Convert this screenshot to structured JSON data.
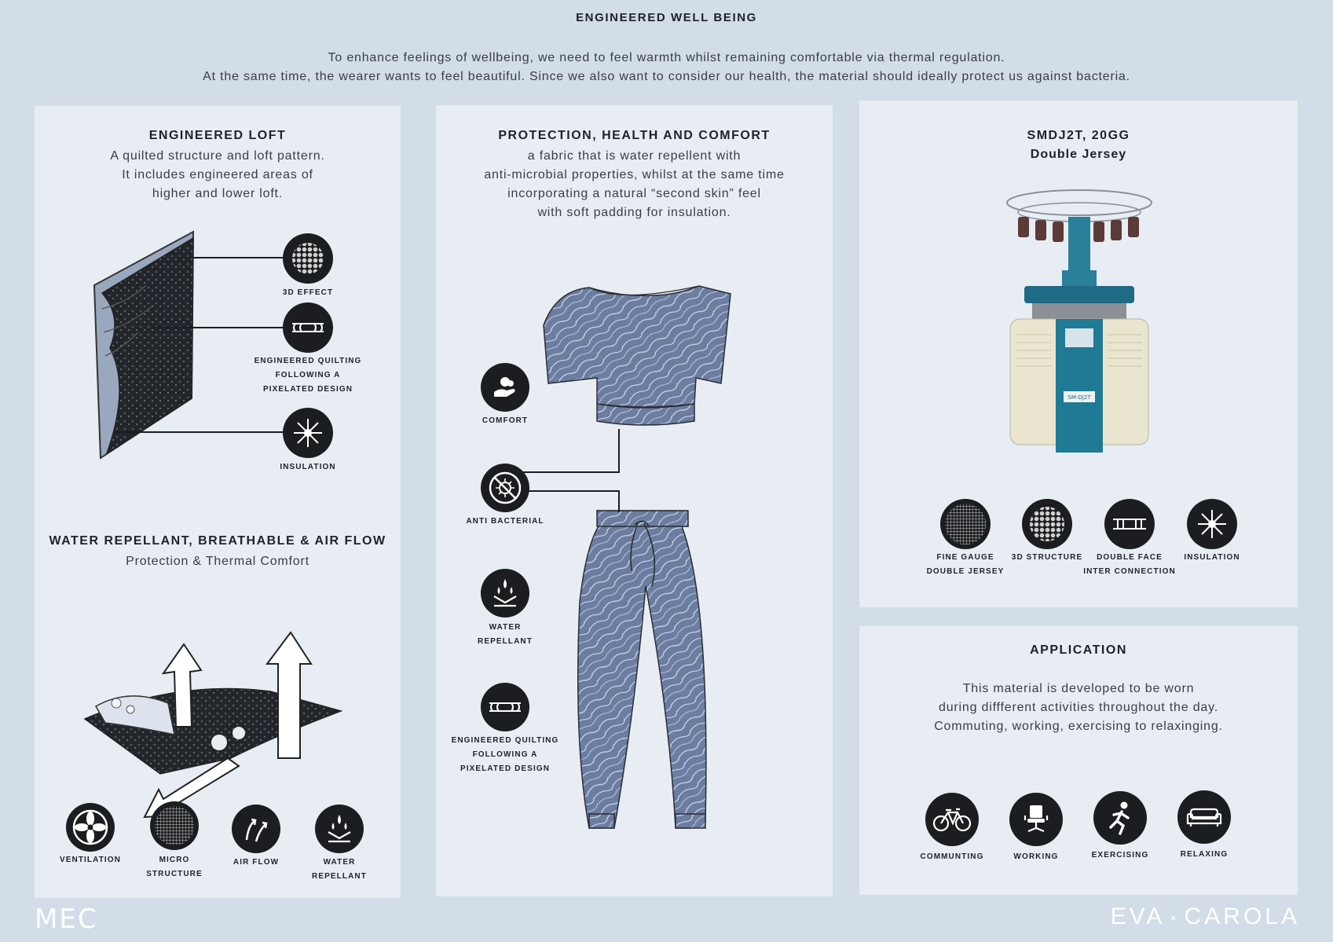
{
  "title": "ENGINEERED WELL BEING",
  "intro": {
    "line1": "To enhance feelings of wellbeing, we need to feel warmth whilst remaining comfortable via thermal regulation.",
    "line2": "At the same time, the wearer wants to feel beautiful. Since we also want to consider our health, the material should ideally protect us against bacteria."
  },
  "left": {
    "loft": {
      "heading": "ENGINEERED LOFT",
      "lines": [
        "A quilted structure and loft pattern.",
        "It includes engineered areas of",
        "higher and lower loft."
      ],
      "icons": [
        {
          "name": "3d-effect-icon",
          "label_lines": [
            "3D EFFECT"
          ]
        },
        {
          "name": "quilting-icon",
          "label_lines": [
            "ENGINEERED QUILTING",
            "FOLLOWING A",
            "PIXELATED DESIGN"
          ]
        },
        {
          "name": "insulation-icon",
          "label_lines": [
            "INSULATION"
          ]
        }
      ]
    },
    "water": {
      "heading": "WATER REPELLANT, BREATHABLE & AIR FLOW",
      "subtitle": "Protection & Thermal Comfort",
      "icons": [
        {
          "name": "ventilation-icon",
          "label_lines": [
            "VENTILATION"
          ]
        },
        {
          "name": "micro-structure-icon",
          "label_lines": [
            "MICRO",
            "STRUCTURE"
          ]
        },
        {
          "name": "air-flow-icon",
          "label_lines": [
            "AIR FLOW"
          ]
        },
        {
          "name": "water-repellant-icon",
          "label_lines": [
            "WATER",
            "REPELLANT"
          ]
        }
      ]
    }
  },
  "middle": {
    "heading": "PROTECTION, HEALTH AND COMFORT",
    "lines": [
      "a fabric that is water repellent with",
      "anti-microbial properties, whilst at the same time",
      "incorporating a natural “second skin” feel",
      "with soft padding for insulation."
    ],
    "icons": [
      {
        "name": "comfort-icon",
        "label_lines": [
          "COMFORT"
        ]
      },
      {
        "name": "anti-bacterial-icon",
        "label_lines": [
          "ANTI BACTERIAL"
        ]
      },
      {
        "name": "water-repellant-icon",
        "label_lines": [
          "WATER",
          "REPELLANT"
        ]
      },
      {
        "name": "quilting-icon",
        "label_lines": [
          "ENGINEERED QUILTING",
          "FOLLOWING A",
          "PIXELATED DESIGN"
        ]
      }
    ]
  },
  "right_top": {
    "heading": "SMDJ2T, 20GG",
    "subheading": "Double Jersey",
    "machine_badge": "SM-DJ2T",
    "icons": [
      {
        "name": "fine-gauge-icon",
        "label_lines": [
          "FINE GAUGE",
          "DOUBLE JERSEY"
        ]
      },
      {
        "name": "3d-structure-icon",
        "label_lines": [
          "3D STRUCTURE"
        ]
      },
      {
        "name": "double-face-icon",
        "label_lines": [
          "DOUBLE FACE",
          "INTER CONNECTION"
        ]
      },
      {
        "name": "insulation-icon",
        "label_lines": [
          "INSULATION"
        ]
      }
    ]
  },
  "right_bottom": {
    "heading": "APPLICATION",
    "lines": [
      "This material is developed to be worn",
      "during diffferent activities throughout the day.",
      "Commuting, working, exercising to relaxinging."
    ],
    "icons": [
      {
        "name": "bicycle-icon",
        "label_lines": [
          "COMMUNTING"
        ]
      },
      {
        "name": "office-chair-icon",
        "label_lines": [
          "WORKING"
        ]
      },
      {
        "name": "runner-icon",
        "label_lines": [
          "EXERCISING"
        ]
      },
      {
        "name": "sofa-icon",
        "label_lines": [
          "RELAXING"
        ]
      }
    ]
  },
  "footer": {
    "left_logo": "MEC",
    "right_logo_a": "EVA",
    "right_logo_x": "×",
    "right_logo_b": "CAROLA"
  }
}
